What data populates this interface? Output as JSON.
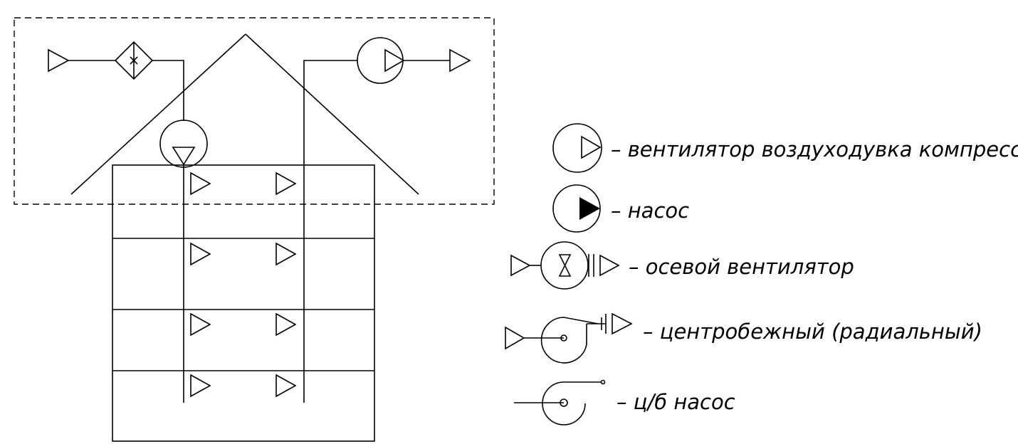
{
  "legend": {
    "items": [
      {
        "symbol": "fan-blower-compressor",
        "label": "– вентилятор воздуходувка компрессор"
      },
      {
        "symbol": "pump",
        "label": "– насос"
      },
      {
        "symbol": "axial-fan",
        "label": "– осевой вентилятор"
      },
      {
        "symbol": "centrifugal-fan",
        "label": "– центробежный (радиальный)"
      },
      {
        "symbol": "centrifugal-pump",
        "label": "– ц/б насос"
      }
    ]
  },
  "colors": {
    "line": "#000000",
    "background": "#ffffff"
  }
}
